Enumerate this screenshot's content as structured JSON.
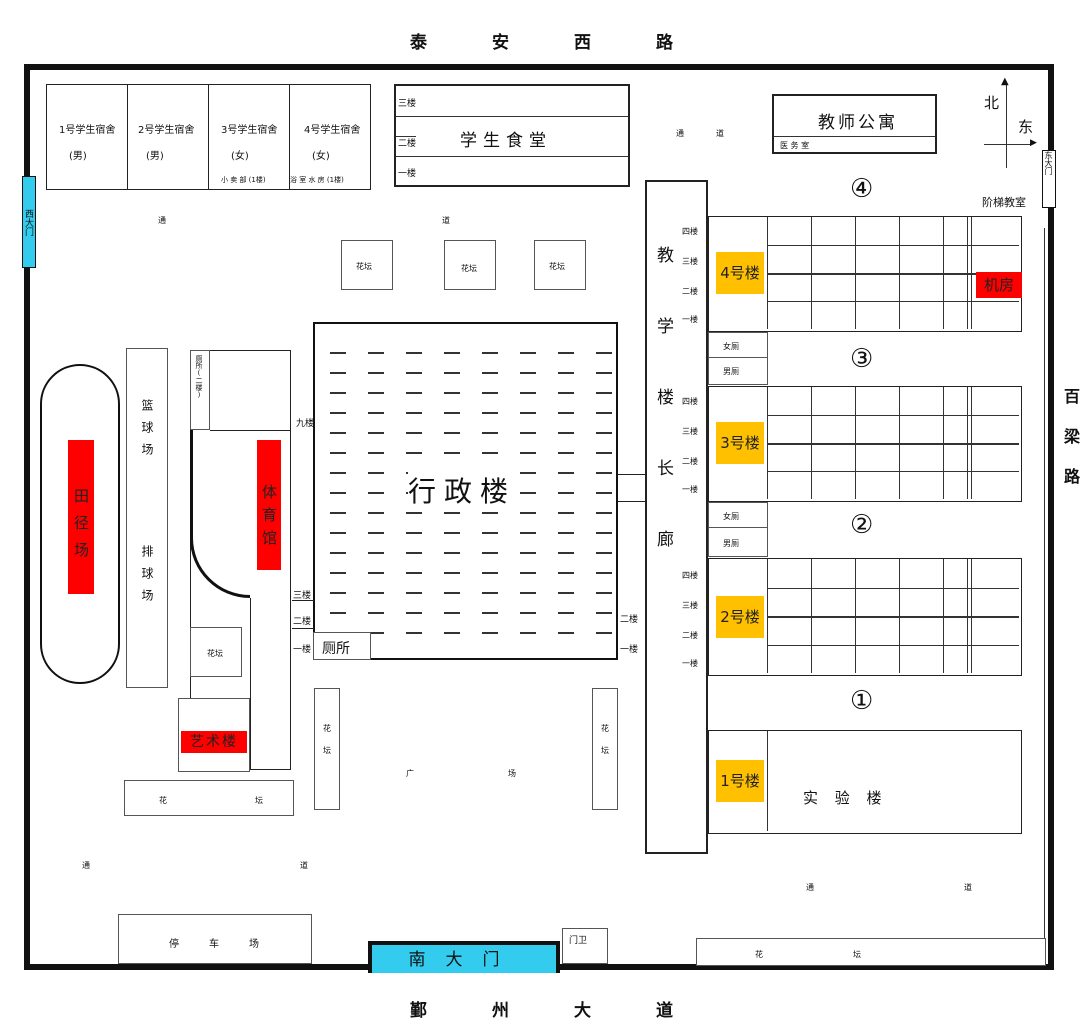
{
  "roads": {
    "north": [
      "泰",
      "安",
      "西",
      "路"
    ],
    "south": [
      "鄞",
      "州",
      "大",
      "道"
    ],
    "east": "百梁路"
  },
  "gates": {
    "west": "西大门",
    "east": "东大门",
    "south": "南大门",
    "guard": "门卫"
  },
  "compass": {
    "north": "北",
    "east": "东"
  },
  "dorms": [
    {
      "name": "1号学生宿舍",
      "gender": "(男)",
      "note": ""
    },
    {
      "name": "2号学生宿舍",
      "gender": "(男)",
      "note": ""
    },
    {
      "name": "3号学生宿舍",
      "gender": "(女)",
      "note": "小 卖 部 (1楼)"
    },
    {
      "name": "4号学生宿舍",
      "gender": "(女)",
      "note": "浴 室 水 房 (1楼)"
    }
  ],
  "canteen": {
    "name": "学生食堂",
    "floors": [
      "三楼",
      "二楼",
      "一楼"
    ]
  },
  "teacher_apartment": {
    "name": "教师公寓",
    "clinic": "医 务 室"
  },
  "passages": [
    "通",
    "道"
  ],
  "flowerbed": "花坛",
  "flowerbed_chars": [
    "花",
    "坛"
  ],
  "admin": {
    "name": "行政楼",
    "floor_9": "九楼",
    "floor_3": "三楼",
    "floor_2": "二楼",
    "floor_1": "一楼",
    "toilet": "厕所",
    "right_floor_2": "二楼",
    "right_floor_1": "一楼"
  },
  "track": "田径场",
  "courts": "篮球场 排球场",
  "courts_top": "篮球场",
  "courts_bottom": "排球场",
  "gym": {
    "name": "体育馆",
    "toilet_note": "厕所(二楼)"
  },
  "art": "艺术楼",
  "parking": [
    "停",
    "车",
    "场"
  ],
  "square": [
    "广",
    "场"
  ],
  "corridor": "教学楼长廊",
  "floors4": [
    "四楼",
    "三楼",
    "二楼",
    "一楼"
  ],
  "buildings": {
    "b4": {
      "marker": "④",
      "name": "4号楼",
      "room": "机房",
      "lecture": "阶梯教室"
    },
    "b3": {
      "marker": "③",
      "name": "3号楼"
    },
    "b2": {
      "marker": "②",
      "name": "2号楼"
    },
    "b1": {
      "marker": "①",
      "name": "1号楼",
      "lab": "实 验 楼"
    }
  },
  "toilets": {
    "women": "女厕",
    "men": "男厕"
  },
  "colors": {
    "red": "#ff0000",
    "yellow": "#ffc000",
    "cyan": "#33ccee"
  }
}
